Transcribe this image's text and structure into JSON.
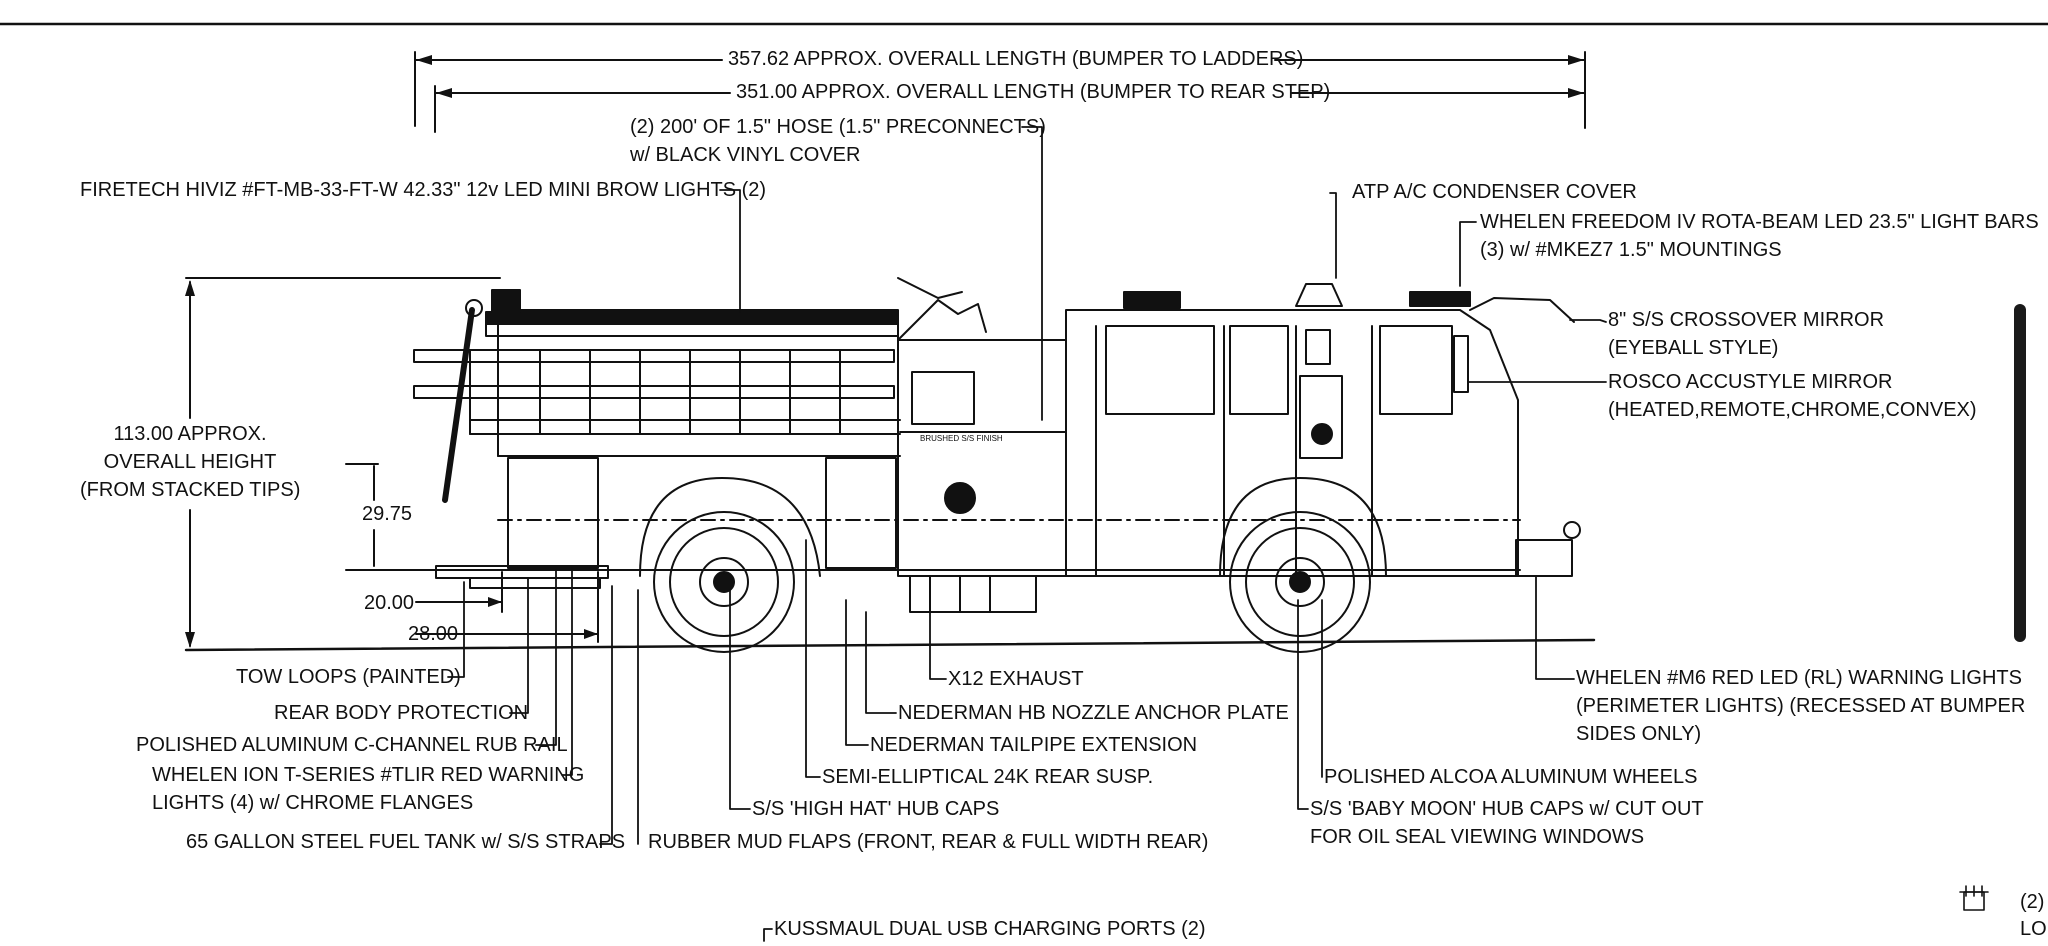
{
  "labels": {
    "overall_length_ladders": "357.62 APPROX. OVERALL LENGTH (BUMPER TO LADDERS)",
    "overall_length_rear_step": "351.00 APPROX. OVERALL LENGTH (BUMPER TO REAR STEP)",
    "hose": [
      "(2) 200' OF 1.5\" HOSE (1.5\" PRECONNECTS)",
      "w/ BLACK VINYL COVER"
    ],
    "brow_lights": "FIRETECH HIVIZ #FT-MB-33-FT-W 42.33\" 12v LED MINI BROW LIGHTS (2)",
    "ac_cover": "ATP A/C CONDENSER COVER",
    "light_bars": [
      "WHELEN FREEDOM IV ROTA-BEAM LED 23.5\" LIGHT BARS",
      "(3) w/ #MKEZ7 1.5\" MOUNTINGS"
    ],
    "crossover_mirror": [
      "8\" S/S CROSSOVER MIRROR",
      "(EYEBALL STYLE)"
    ],
    "rosco_mirror": [
      "ROSCO ACCUSTYLE MIRROR",
      "(HEATED,REMOTE,CHROME,CONVEX)"
    ],
    "overall_height": [
      "113.00 APPROX.",
      "OVERALL HEIGHT",
      "(FROM STACKED TIPS)"
    ],
    "dim_29_75": "29.75",
    "dim_20_00": "20.00",
    "dim_28_00": "28.00",
    "brushed_finish": "BRUSHED S/S FINISH",
    "tow_loops": "TOW LOOPS (PAINTED)",
    "rear_body_protection": "REAR BODY PROTECTION",
    "rub_rail": "POLISHED ALUMINUM C-CHANNEL RUB RAIL",
    "whelen_ion": [
      "WHELEN ION T-SERIES #TLIR RED WARNING",
      "LIGHTS (4) w/ CHROME FLANGES"
    ],
    "fuel_tank": "65 GALLON STEEL FUEL TANK w/ S/S STRAPS",
    "mud_flaps": "RUBBER MUD FLAPS (FRONT, REAR & FULL WIDTH REAR)",
    "x12_exhaust": "X12 EXHAUST",
    "nederman_anchor": "NEDERMAN HB NOZZLE ANCHOR PLATE",
    "nederman_tailpipe": "NEDERMAN TAILPIPE EXTENSION",
    "rear_susp": "SEMI-ELLIPTICAL 24K REAR SUSP.",
    "high_hat": "S/S 'HIGH HAT' HUB CAPS",
    "whelen_m6": [
      "WHELEN #M6 RED LED (RL) WARNING LIGHTS",
      "(PERIMETER LIGHTS) (RECESSED AT BUMPER",
      "SIDES ONLY)"
    ],
    "alcoa_wheels": "POLISHED ALCOA ALUMINUM WHEELS",
    "baby_moon": [
      "S/S 'BABY MOON' HUB CAPS w/ CUT OUT",
      "FOR OIL SEAL VIEWING WINDOWS"
    ],
    "usb_ports": "KUSSMAUL DUAL USB CHARGING PORTS (2)",
    "edge_qty": "(2)",
    "edge_text": "LO"
  }
}
